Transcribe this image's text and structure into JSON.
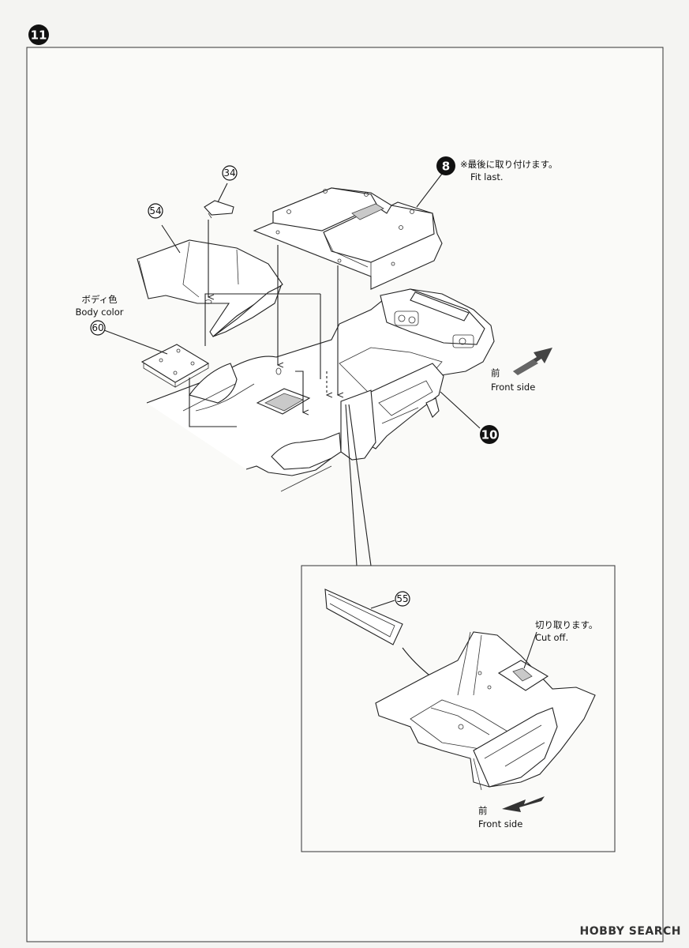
{
  "step": {
    "number": "11"
  },
  "parts": {
    "p8": {
      "number": "8",
      "note_ja": "※最後に取り付けます。",
      "note_en": "Fit last."
    },
    "p34": {
      "number": "34"
    },
    "p54": {
      "number": "54"
    },
    "p60": {
      "number": "60",
      "note_ja": "ボディ色",
      "note_en": "Body color"
    },
    "p10": {
      "number": "10"
    },
    "p55": {
      "number": "55"
    }
  },
  "labels": {
    "front_ja": "前",
    "front_en": "Front side",
    "inset_front_ja": "前",
    "inset_front_en": "Front side",
    "cut_ja": "切り取ります。",
    "cut_en": "Cut off."
  },
  "watermark": "HOBBY SEARCH"
}
